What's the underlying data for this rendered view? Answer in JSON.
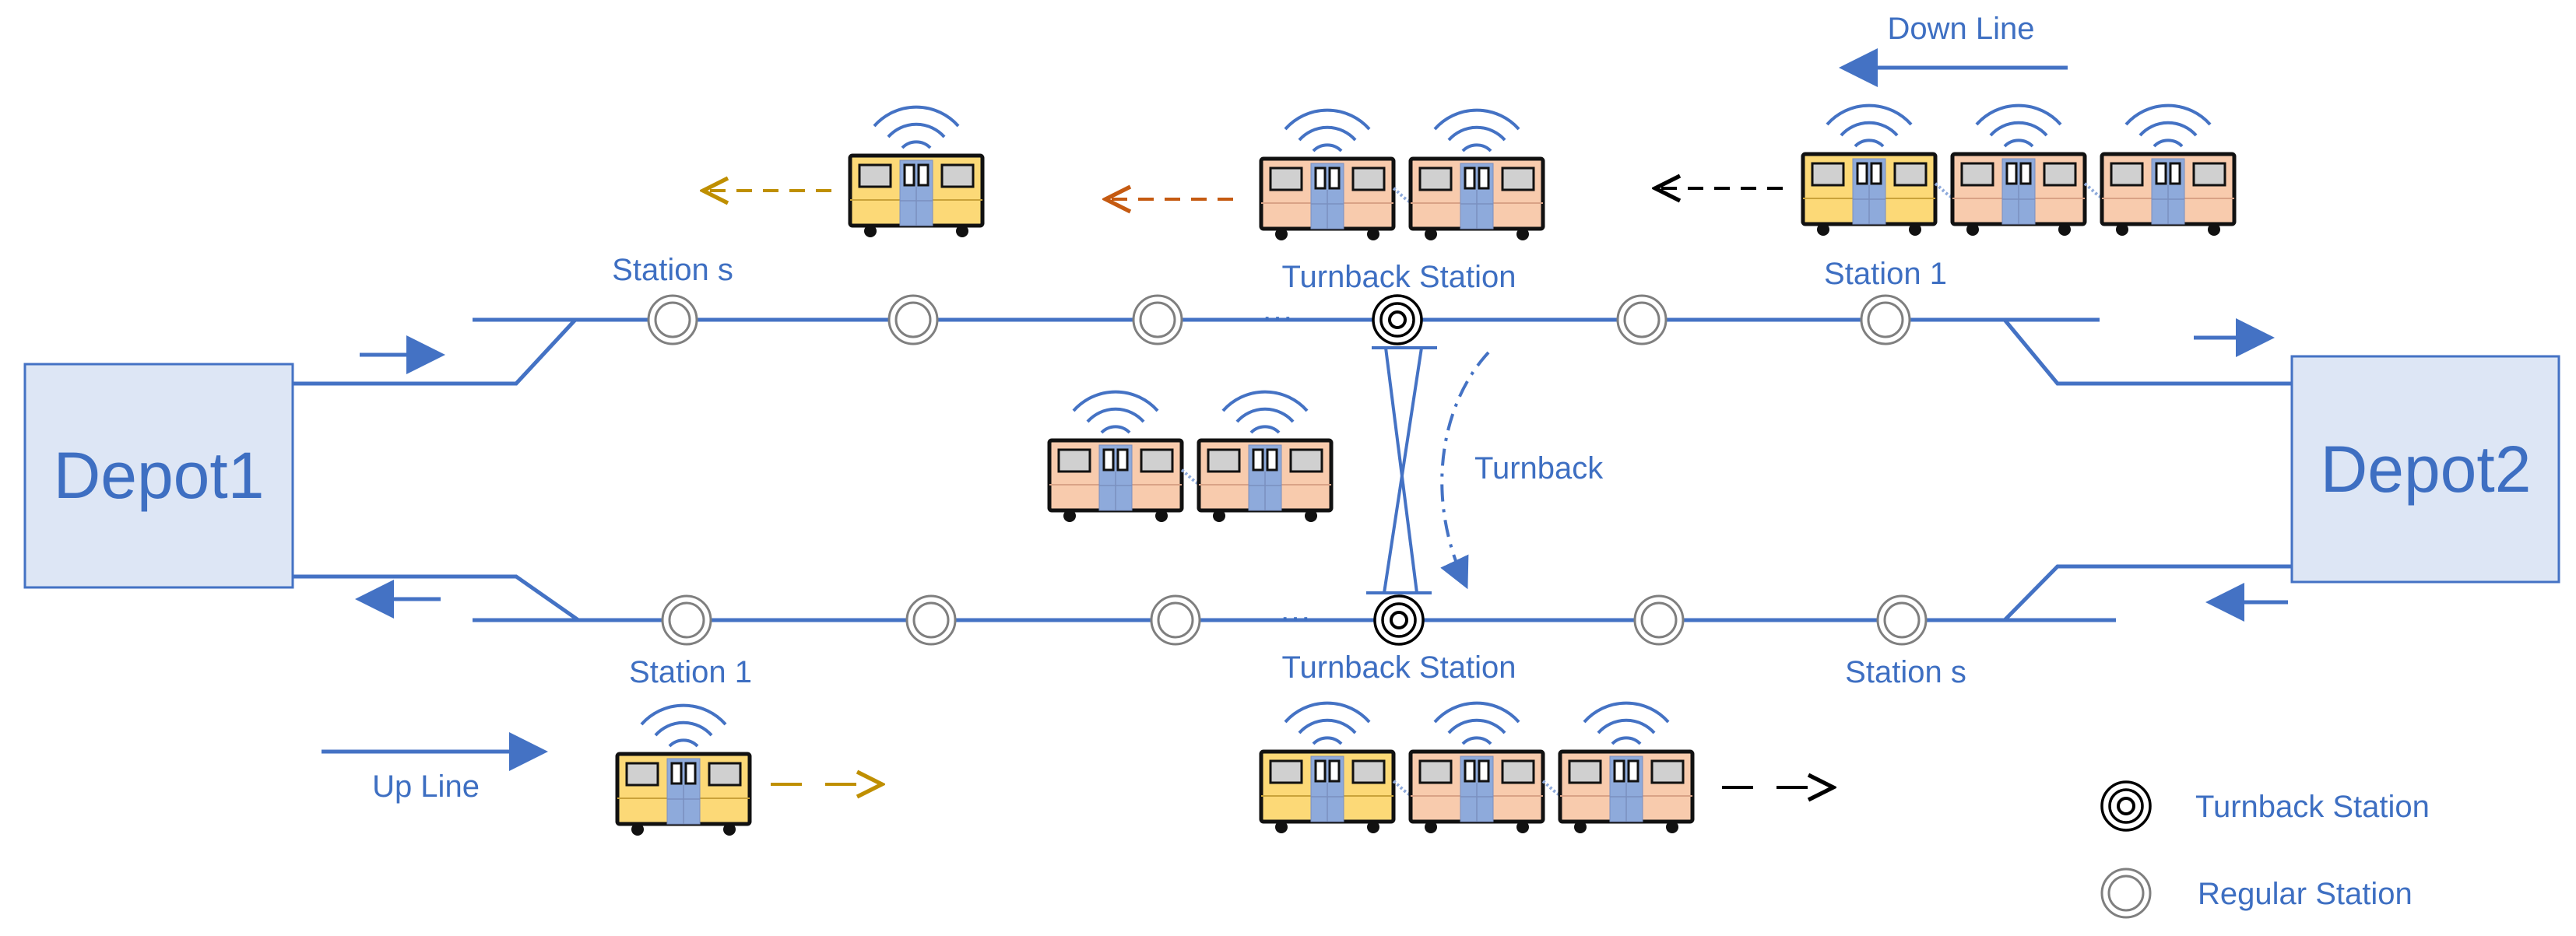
{
  "depots": {
    "left": "Depot1",
    "right": "Depot2"
  },
  "lines": {
    "down": "Down Line",
    "up": "Up Line"
  },
  "station_labels": {
    "down_station_s": "Station s",
    "down_turnback": "Turnback Station",
    "down_station_1": "Station 1",
    "up_station_1": "Station 1",
    "up_turnback": "Turnback Station",
    "up_station_s": "Station s"
  },
  "ellipsis": "···",
  "turnback_label": "Turnback",
  "legend": {
    "turnback_station": "Turnback Station",
    "regular_station": "Regular Station"
  },
  "colors": {
    "line_blue": "#4472c4",
    "depot_fill": "#dde6f5",
    "train_yellow": "#fcd977",
    "train_pink": "#f8cbad",
    "train_door": "#8eaadb",
    "arrow_gold": "#bf8f00",
    "arrow_orange": "#c55a11",
    "arrow_black": "#000000"
  }
}
